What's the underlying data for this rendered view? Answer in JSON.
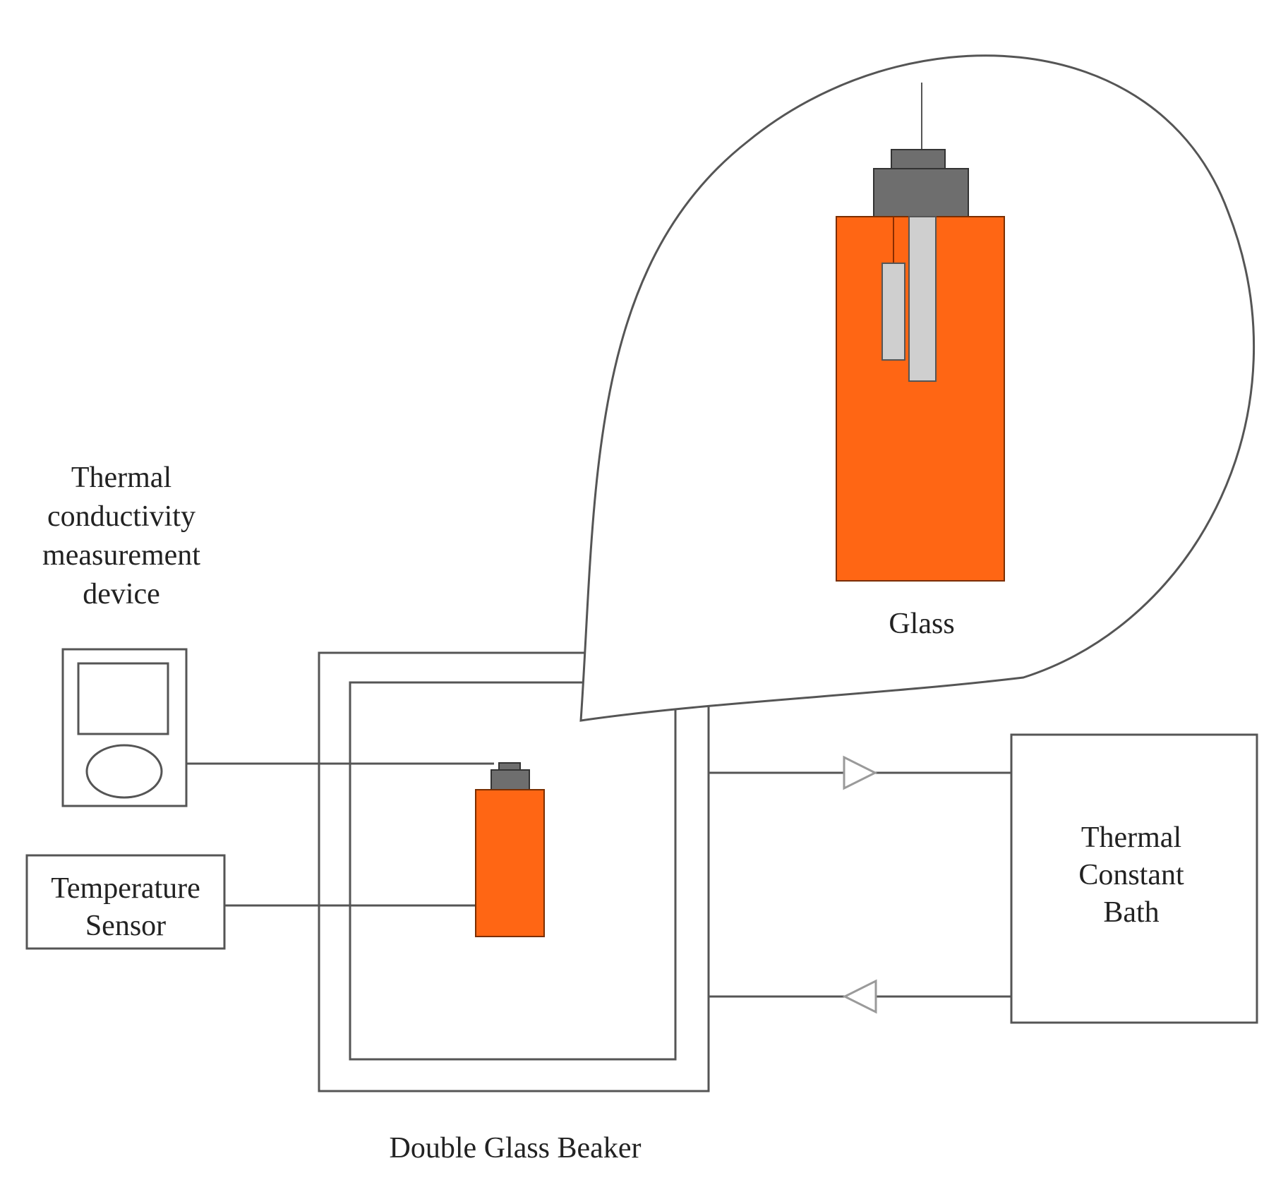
{
  "labels": {
    "device_line1": "Thermal",
    "device_line2": "conductivity",
    "device_line3": "measurement",
    "device_line4": "device",
    "sensor_line1": "Temperature",
    "sensor_line2": "Sensor",
    "bath_line1": "Thermal",
    "bath_line2": "Constant",
    "bath_line3": "Bath",
    "glass": "Glass",
    "beaker": "Double Glass Beaker"
  },
  "colors": {
    "liquid": "#ff6614",
    "cap": "#6e6e6e",
    "probe": "#cfcfcf",
    "line": "#555555",
    "arrow": "#9a9a9a"
  }
}
